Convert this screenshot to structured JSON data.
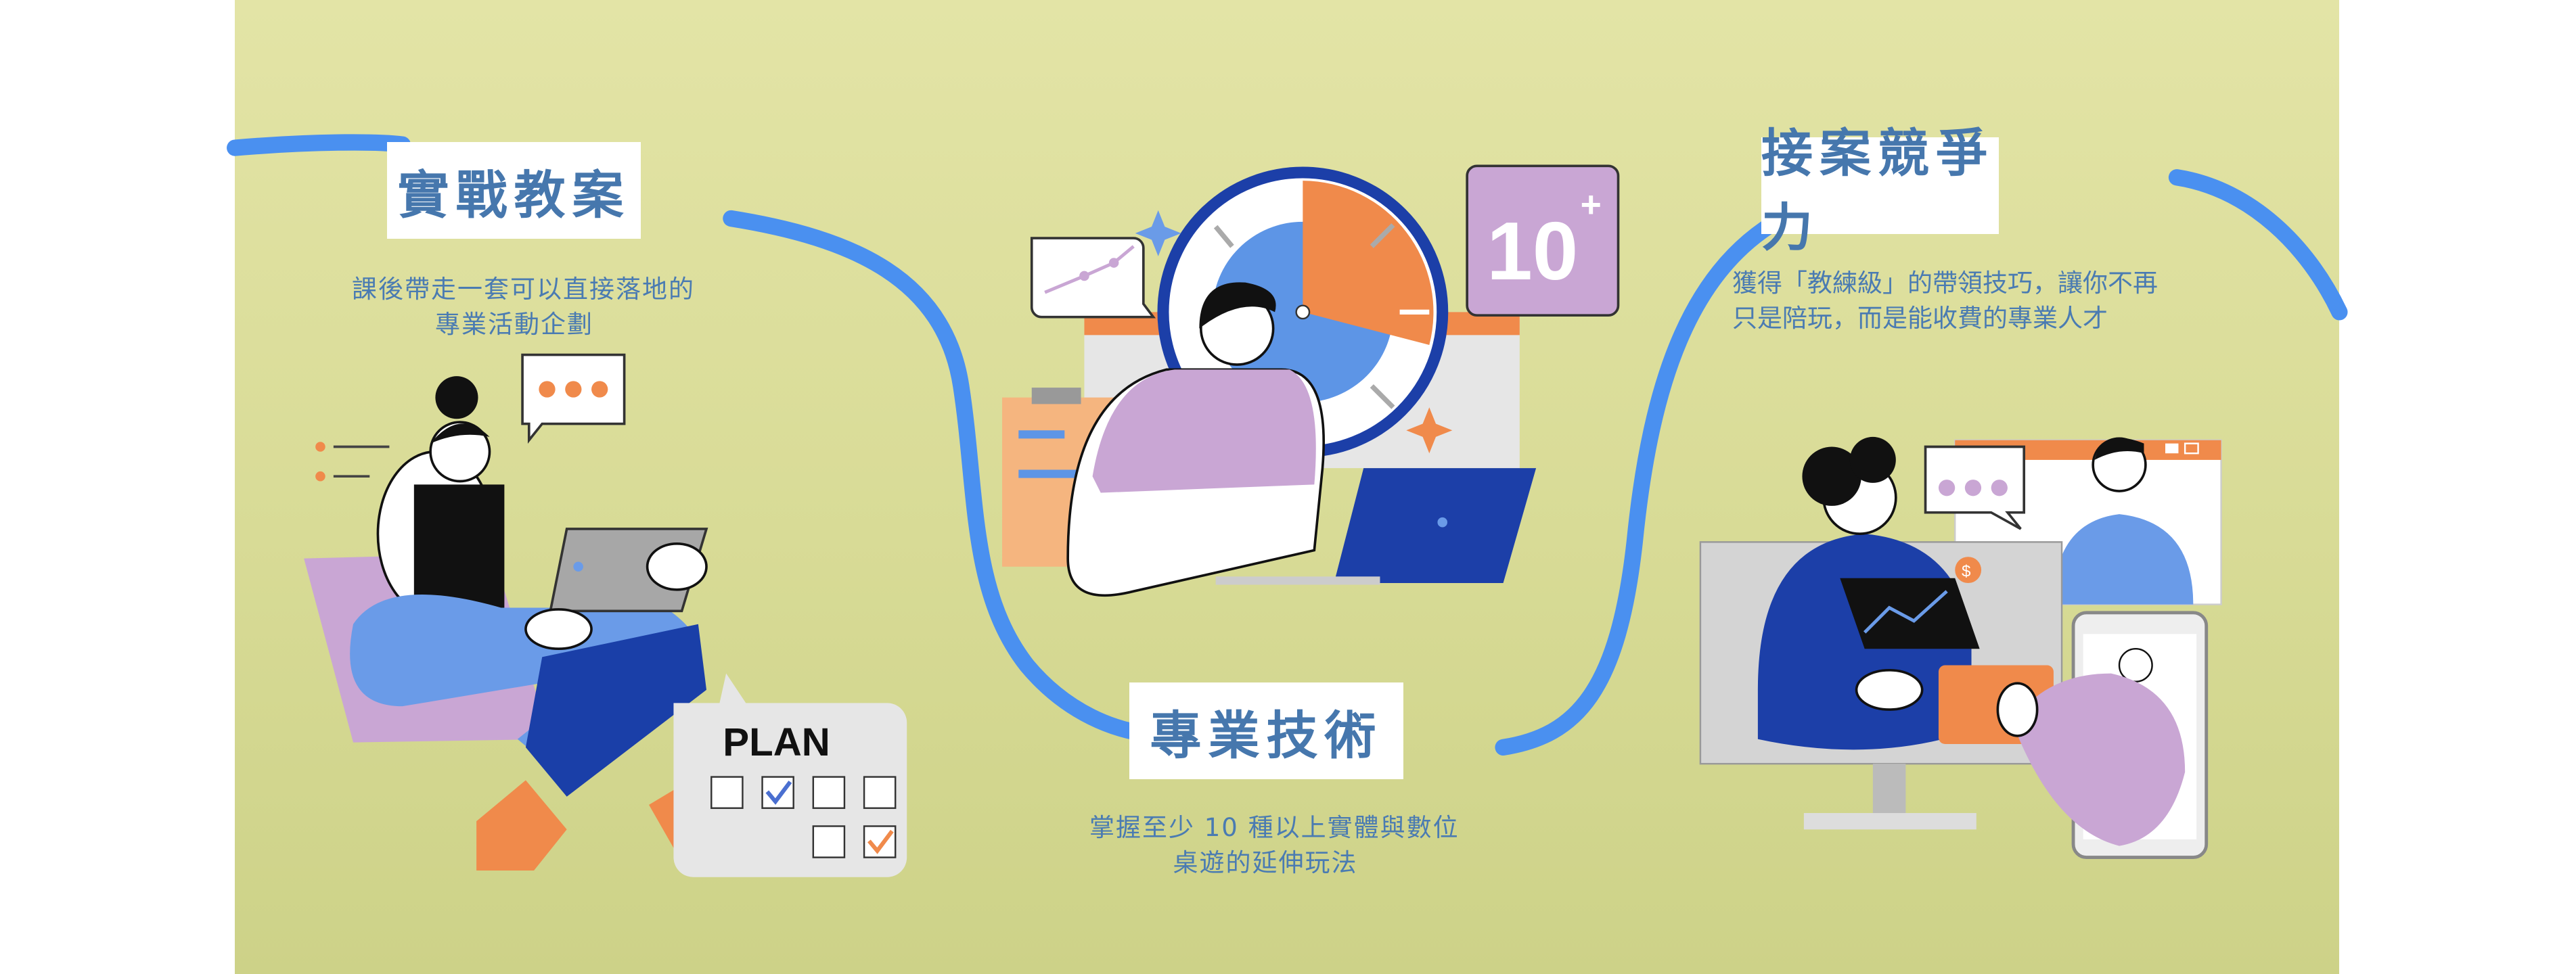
{
  "sections": [
    {
      "title": "實戰教案",
      "lines": [
        "課後帶走一套可以直接落地的",
        "專業活動企劃"
      ]
    },
    {
      "title": "專業技術",
      "lines": [
        "掌握至少 10 種以上實體與數位",
        "桌遊的延伸玩法"
      ]
    },
    {
      "title": "接案競爭力",
      "lines": [
        "獲得「教練級」的帶領技巧，讓你不再",
        "只是陪玩，而是能收費的專業人才"
      ]
    }
  ],
  "illustrations": {
    "plan_label": "PLAN",
    "badge_number": "10",
    "badge_sup": "+",
    "coin_symbol": "$"
  },
  "colors": {
    "accent_blue": "#4a90f0",
    "title_blue": "#4677ad",
    "orange": "#f08a4b",
    "purple": "#c9a6d4",
    "dark_blue": "#1c3fa8"
  }
}
